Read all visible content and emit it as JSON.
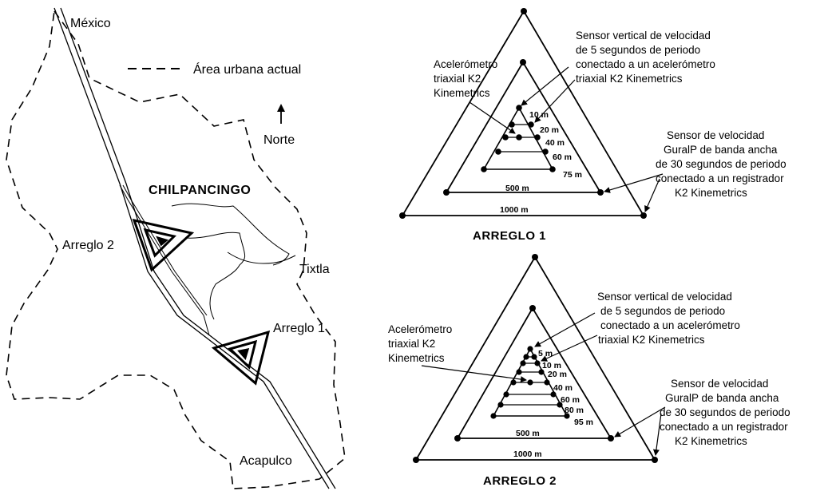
{
  "map": {
    "mexico": "México",
    "legend": "Área urbana actual",
    "norte": "Norte",
    "city": "CHILPANCINGO",
    "arreglo2": "Arreglo 2",
    "arreglo1": "Arreglo 1",
    "tixtla": "Tixtla",
    "acapulco": "Acapulco"
  },
  "arreglo1": {
    "title": "ARREGLO 1",
    "sensor_vertical": [
      "Sensor vertical de velocidad",
      "de 5 segundos de periodo",
      "conectado a un acelerómetro",
      "triaxial K2 Kinemetrics"
    ],
    "acelerometro": [
      "Acelerómetro",
      "triaxial K2",
      "Kinemetrics"
    ],
    "sensor_guralp": [
      "Sensor de velocidad",
      "GuralP de banda ancha",
      "de 30 segundos de periodo",
      "conectado a un registrador",
      "K2 Kinemetrics"
    ],
    "distances": [
      "10 m",
      "20 m",
      "40 m",
      "60 m",
      "75 m",
      "500 m",
      "1000 m"
    ]
  },
  "arreglo2": {
    "title": "ARREGLO 2",
    "sensor_vertical": [
      "Sensor vertical de velocidad",
      "de 5 segundos de periodo",
      "conectado a un acelerómetro",
      "triaxial K2 Kinemetrics"
    ],
    "acelerometro": [
      "Acelerómetro",
      "triaxial K2",
      "Kinemetrics"
    ],
    "sensor_guralp": [
      "Sensor de velocidad",
      "GuralP de banda ancha",
      "de 30 segundos de periodo",
      "conectado a un registrador",
      "K2 Kinemetrics"
    ],
    "distances": [
      "5 m",
      "10 m",
      "20 m",
      "40 m",
      "60 m",
      "80 m",
      "95 m",
      "500 m",
      "1000 m"
    ]
  }
}
